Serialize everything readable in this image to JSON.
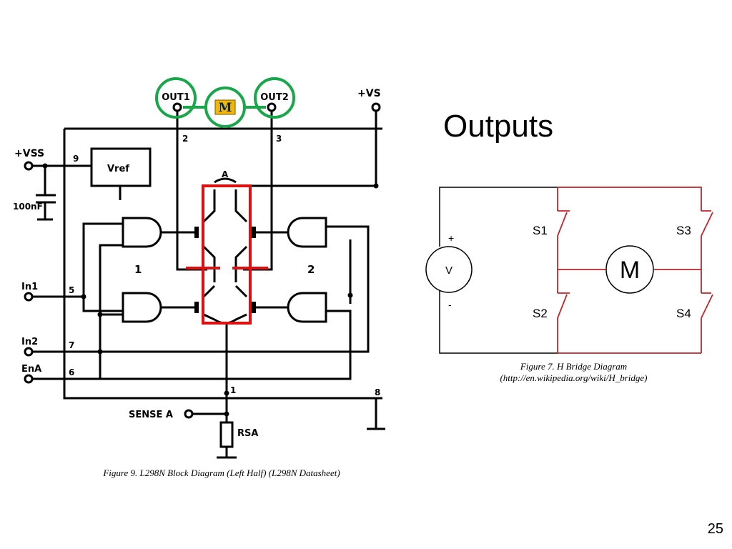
{
  "slide": {
    "title": "Outputs",
    "page_number": "25"
  },
  "left_figure": {
    "caption": "Figure 9. L298N Block Diagram (Left Half) (L298N Datasheet)",
    "labels": {
      "out1": "OUT1",
      "out2": "OUT2",
      "motor_logo": "M",
      "vs": "+VS",
      "vss": "+VSS",
      "cap": "100nF",
      "vref": "Vref",
      "in1": "In1",
      "in2": "In2",
      "ena": "EnA",
      "sense": "SENSE A",
      "rsa": "RSA",
      "block1": "1",
      "block2": "2",
      "node_a": "A",
      "pin2": "2",
      "pin3": "3",
      "pin9": "9",
      "pin5": "5",
      "pin7": "7",
      "pin6": "6",
      "pin1": "1",
      "pin8": "8"
    },
    "colors": {
      "highlight_green": "#1aa64a",
      "highlight_red": "#e01010",
      "logo_yellow": "#f2b705"
    }
  },
  "right_figure": {
    "caption_line1": "Figure 7. H Bridge Diagram",
    "caption_line2": "(http://en.wikipedia.org/wiki/H_bridge)",
    "labels": {
      "s1": "S1",
      "s2": "S2",
      "s3": "S3",
      "s4": "S4",
      "motor": "M",
      "source": "V",
      "plus": "+",
      "minus": "-"
    },
    "colors": {
      "circuit_red": "#c0262c"
    }
  }
}
